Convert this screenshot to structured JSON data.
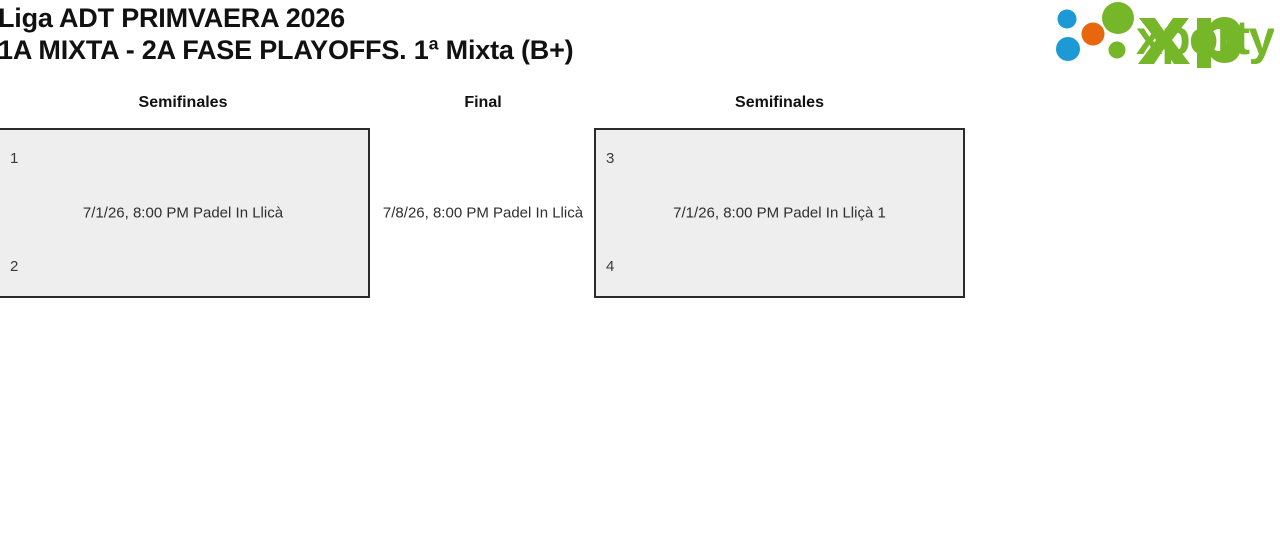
{
  "header": {
    "title_line1": "Liga ADT PRIMVAERA 2026",
    "title_line2": "1A MIXTA - 2A FASE PLAYOFFS. 1ª Mixta (B+)",
    "logo": {
      "wordmark": "xporty",
      "green": "#76b72a",
      "blue": "#1d9ad6",
      "orange": "#e8660c"
    }
  },
  "bracket": {
    "rounds": [
      {
        "name": "semifinals-left",
        "title": "Semifinales",
        "match": {
          "seed_top": "1",
          "seed_bottom": "2",
          "info": "7/1/26, 8:00 PM Padel In Llicà"
        }
      },
      {
        "name": "final",
        "title": "Final",
        "match": {
          "info": "7/8/26, 8:00 PM Padel In Llicà"
        }
      },
      {
        "name": "semifinals-right",
        "title": "Semifinales",
        "match": {
          "seed_top": "3",
          "seed_bottom": "4",
          "info": "7/1/26, 8:00 PM Padel In Lliçà 1"
        }
      }
    ]
  }
}
